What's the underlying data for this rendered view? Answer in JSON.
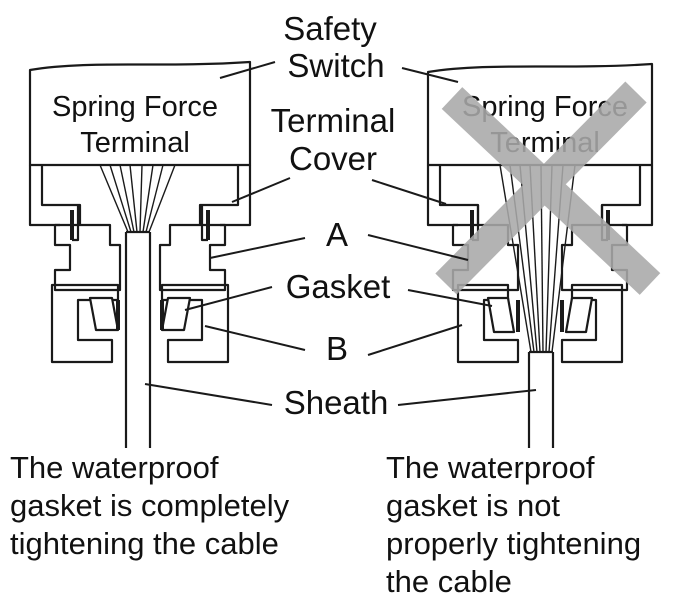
{
  "labels": {
    "safety_switch_line1": "Safety",
    "safety_switch_line2": "Switch",
    "terminal_cover_line1": "Terminal",
    "terminal_cover_line2": "Cover",
    "a": "A",
    "gasket": "Gasket",
    "b": "B",
    "sheath": "Sheath"
  },
  "left": {
    "terminal_line1": "Spring Force",
    "terminal_line2": "Terminal",
    "caption_line1": "The waterproof",
    "caption_line2": "gasket is completely",
    "caption_line3": "tightening the cable"
  },
  "right": {
    "terminal_line1": "Spring Force",
    "terminal_line2": "Terminal",
    "caption_line1": "The waterproof",
    "caption_line2": "gasket is not",
    "caption_line3": "properly tightening",
    "caption_line4": "the cable"
  },
  "colors": {
    "line": "#1a1a1a",
    "cross": "#a9a9a9",
    "background": "#ffffff"
  }
}
